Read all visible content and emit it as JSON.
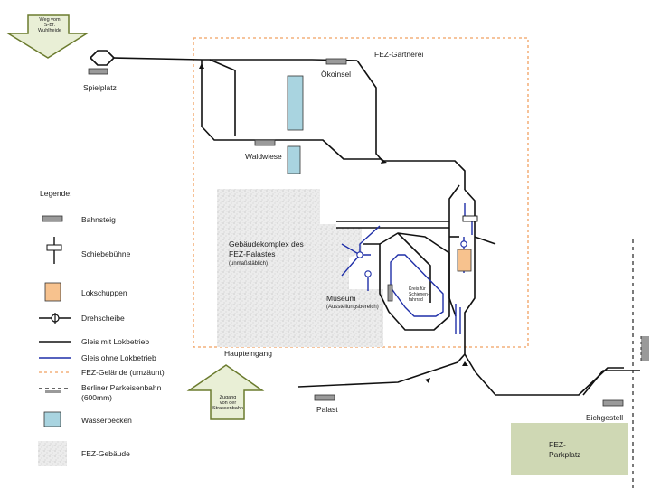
{
  "arrows": {
    "north": [
      "Weg vom",
      "S-Bf.",
      "Wuhlheide"
    ],
    "south": [
      "Zugang",
      "von der",
      "Strassenbahn"
    ]
  },
  "stations": {
    "spielplatz": "Spielplatz",
    "oekoinsel": "Ökoinsel",
    "waldwiese": "Waldwiese",
    "palast": "Palast",
    "eichgestell": "Eichgestell"
  },
  "areas": {
    "fez_gaertnerei": "FEZ-Gärtnerei",
    "palast_complex": [
      "Gebäudekomplex des",
      "FEZ-Palastes"
    ],
    "palast_complex_note": "(unmaßstäblich)",
    "museum": "Museum",
    "museum_note": "(Ausstellungsbereich)",
    "kreis": [
      "Kreis für",
      "Schienen-",
      "fahrrad"
    ],
    "haupteingang": "Haupteingang",
    "parkplatz": [
      "FEZ-",
      "Parkplatz"
    ]
  },
  "legend": {
    "title": "Legende:",
    "items": [
      {
        "key": "platform",
        "label": "Bahnsteig"
      },
      {
        "key": "traverser",
        "label": "Schiebebühne"
      },
      {
        "key": "shed",
        "label": "Lokschuppen"
      },
      {
        "key": "turntable",
        "label": "Drehscheibe"
      },
      {
        "key": "track",
        "label": "Gleis mit Lokbetrieb"
      },
      {
        "key": "track-no-loco",
        "label": "Gleis ohne Lokbetrieb"
      },
      {
        "key": "boundary",
        "label": "FEZ-Gelände (umzäunt)"
      },
      {
        "key": "park-railway",
        "label": "Berliner Parkeisenbahn (600mm)"
      },
      {
        "key": "water",
        "label": "Wasserbecken"
      },
      {
        "key": "building",
        "label": "FEZ-Gebäude"
      }
    ]
  },
  "colors": {
    "track": "#111111",
    "track_no_loco": "#1f2fa8",
    "boundary": "#f0a060",
    "arrow_fill": "#e9efd6",
    "arrow_stroke": "#6b7b2e",
    "platform": "#9a9a9a",
    "water": "#a9d4e0",
    "shed": "#f7c28e",
    "parking": "#cfd8b4",
    "building": "#e4e4e4"
  }
}
